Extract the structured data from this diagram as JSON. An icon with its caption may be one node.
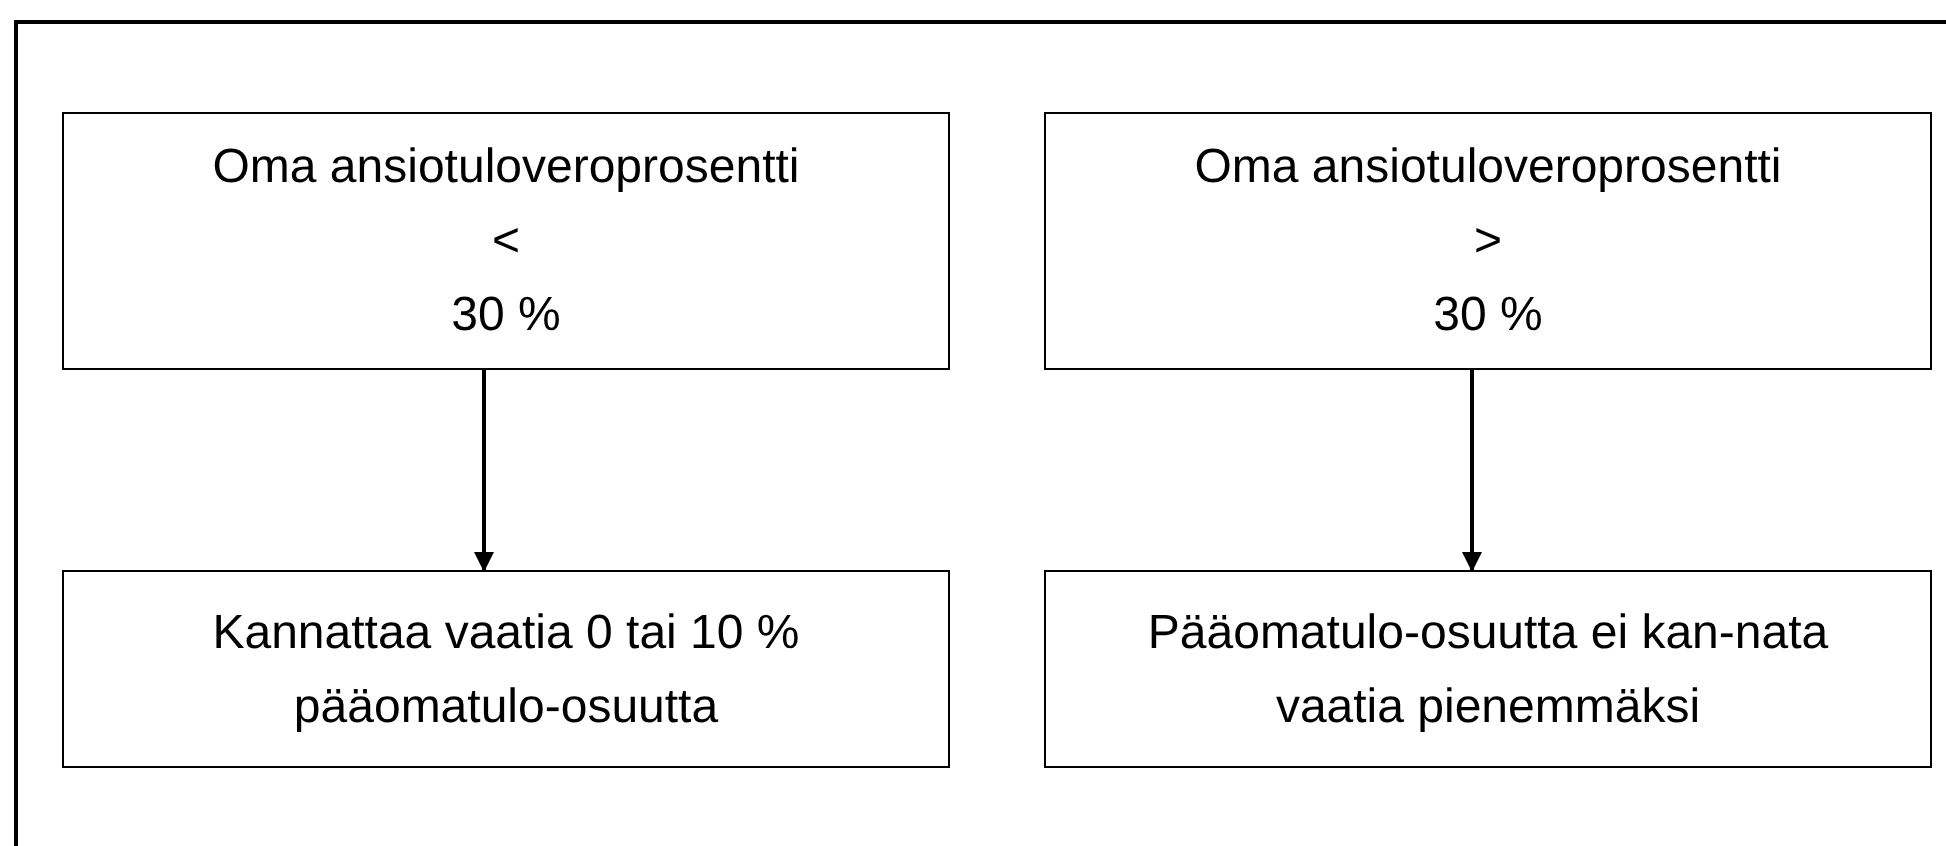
{
  "diagram": {
    "nodes": [
      {
        "text": [
          "Oma ansiotuloveroprosentti",
          "<",
          "30 %"
        ]
      },
      {
        "text": [
          "Oma ansiotuloveroprosentti",
          ">",
          "30 %"
        ]
      },
      {
        "text": [
          "Kannattaa vaatia 0 tai 10 % pääomatulo-osuutta"
        ]
      },
      {
        "text": [
          "Pääomatulo-osuutta ei kan-nata vaatia pienemmäksi"
        ]
      }
    ],
    "edges": [
      {
        "from": 0,
        "to": 2,
        "arrow": "to"
      },
      {
        "from": 1,
        "to": 3,
        "arrow": "to"
      }
    ]
  }
}
